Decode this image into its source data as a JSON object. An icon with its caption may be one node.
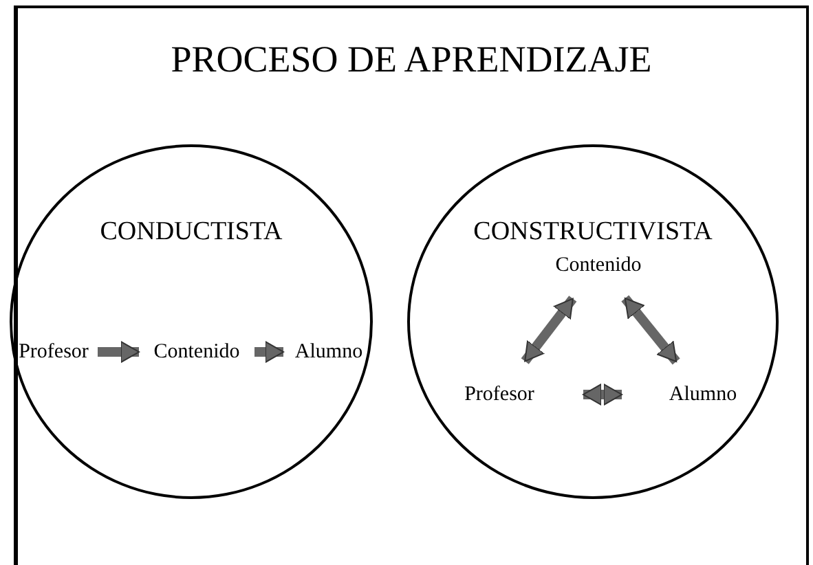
{
  "diagram": {
    "title": "PROCESO DE APRENDIZAJE",
    "nodes": [
      {
        "text": [
          "CONDUCTISTA"
        ]
      },
      {
        "text": [
          "Profesor"
        ],
        "in": 0
      },
      {
        "text": [
          "Contenido"
        ],
        "in": 0
      },
      {
        "text": [
          "Alumno"
        ],
        "in": 0
      },
      {
        "text": [
          "CONSTRUCTIVISTA"
        ]
      },
      {
        "text": [
          "Contenido"
        ],
        "in": 4
      },
      {
        "text": [
          "Profesor"
        ],
        "in": 4
      },
      {
        "text": [
          "Alumno"
        ],
        "in": 4
      }
    ],
    "edges": [
      {
        "from": 1,
        "to": 2,
        "arrow": "to"
      },
      {
        "from": 2,
        "to": 3,
        "arrow": "to"
      },
      {
        "from": 6,
        "to": 5,
        "arrow": "both"
      },
      {
        "from": 5,
        "to": 7,
        "arrow": "both"
      },
      {
        "from": 6,
        "to": 7,
        "arrow": "both"
      }
    ]
  }
}
